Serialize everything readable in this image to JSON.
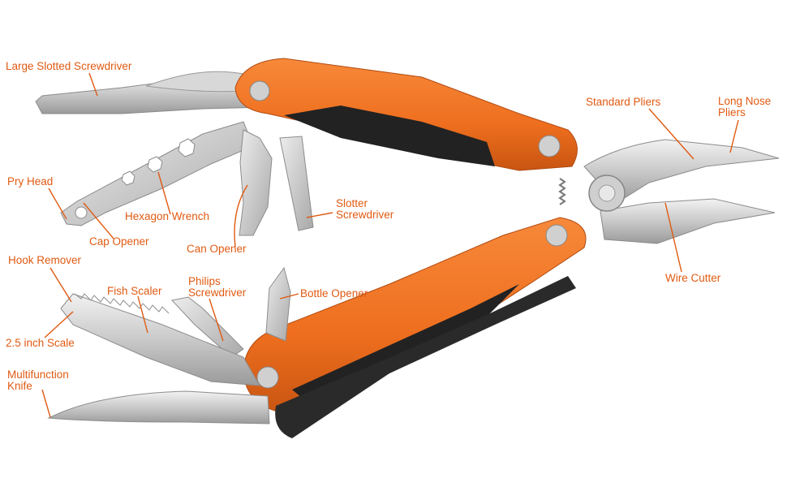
{
  "colors": {
    "label_text": "#E05A12",
    "leader_line": "#E05A12",
    "handle_orange": "#F07020",
    "handle_shade": "#C85512",
    "black_insert": "#222222",
    "steel_light": "#E6E6E6",
    "steel_mid": "#BDBDBD",
    "steel_dark": "#8C8C8C"
  },
  "labels": {
    "large_slotted_screwdriver": "Large Slotted Screwdriver",
    "standard_pliers": "Standard Pliers",
    "long_nose_pliers": "Long Nose\nPliers",
    "pry_head": "Pry Head",
    "hexagon_wrench": "Hexagon Wrench",
    "slotter_screwdriver": "Slotter\nScrewdriver",
    "cap_opener": "Cap Opener",
    "can_opener": "Can Opener",
    "wire_cutter": "Wire Cutter",
    "hook_remover": "Hook Remover",
    "fish_scaler": "Fish Scaler",
    "philips_screwdriver": "Philips\nScrewdriver",
    "bottle_opener": "Bottle Opener",
    "scale_2_5_inch": "2.5 inch Scale",
    "multifunction_knife": "Multifunction\nKnife"
  }
}
